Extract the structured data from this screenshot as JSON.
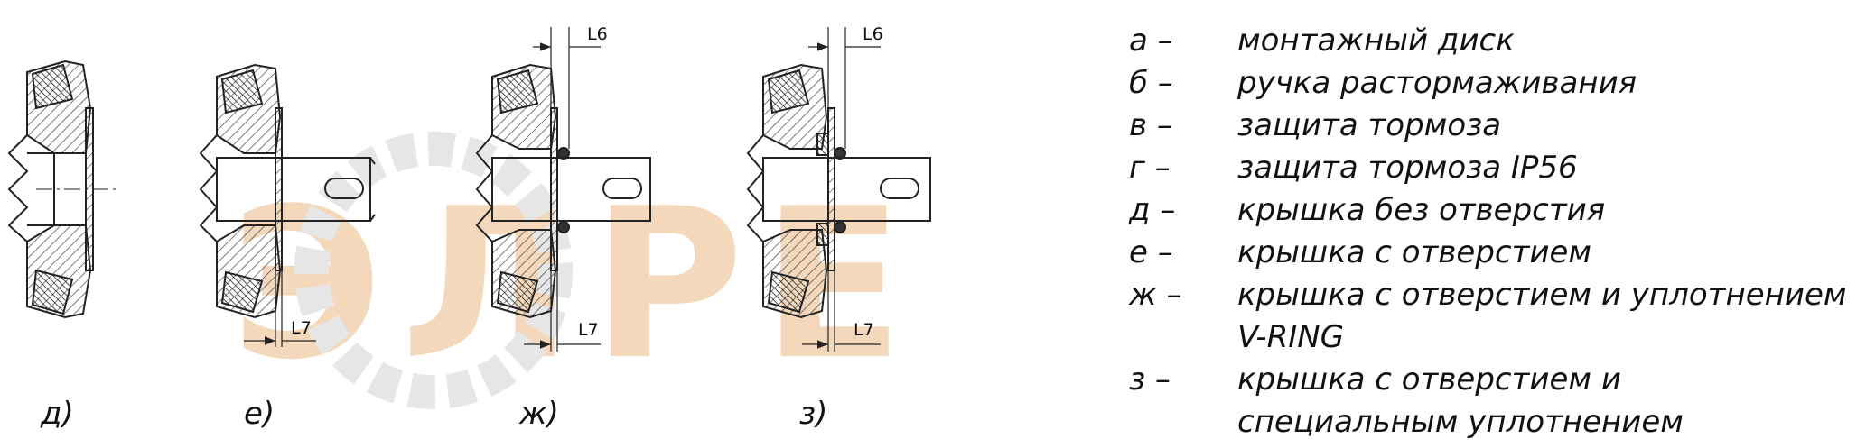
{
  "legend": [
    {
      "key": "а –",
      "text": "монтажный диск"
    },
    {
      "key": "б –",
      "text": "ручка растормаживания"
    },
    {
      "key": "в –",
      "text": "защита тормоза"
    },
    {
      "key": "г –",
      "text": "защита тормоза IP56"
    },
    {
      "key": "д –",
      "text": "крышка без отверстия"
    },
    {
      "key": "е –",
      "text": "крышка с отверстием"
    },
    {
      "key": "ж –",
      "text": "крышка с отверстием и уплотнением V-RING"
    },
    {
      "key": "з –",
      "text": "крышка с отверстием и специальным уплотнением"
    }
  ],
  "figures": [
    {
      "id": "d",
      "caption": "д)"
    },
    {
      "id": "e",
      "caption": "е)",
      "dims": [
        "L7"
      ]
    },
    {
      "id": "zh",
      "caption": "ж)",
      "dims": [
        "L6",
        "L7"
      ]
    },
    {
      "id": "z",
      "caption": "з)",
      "dims": [
        "L6",
        "L7"
      ]
    }
  ],
  "watermark": {
    "text": "ЭЛРЕ",
    "colors": [
      "#f6d8b8",
      "#f6d8b8",
      "#dcdcdc",
      "#dcdcdc"
    ]
  },
  "colors": {
    "line": "#222222",
    "hatch": "#444444",
    "seal": "#333333"
  }
}
